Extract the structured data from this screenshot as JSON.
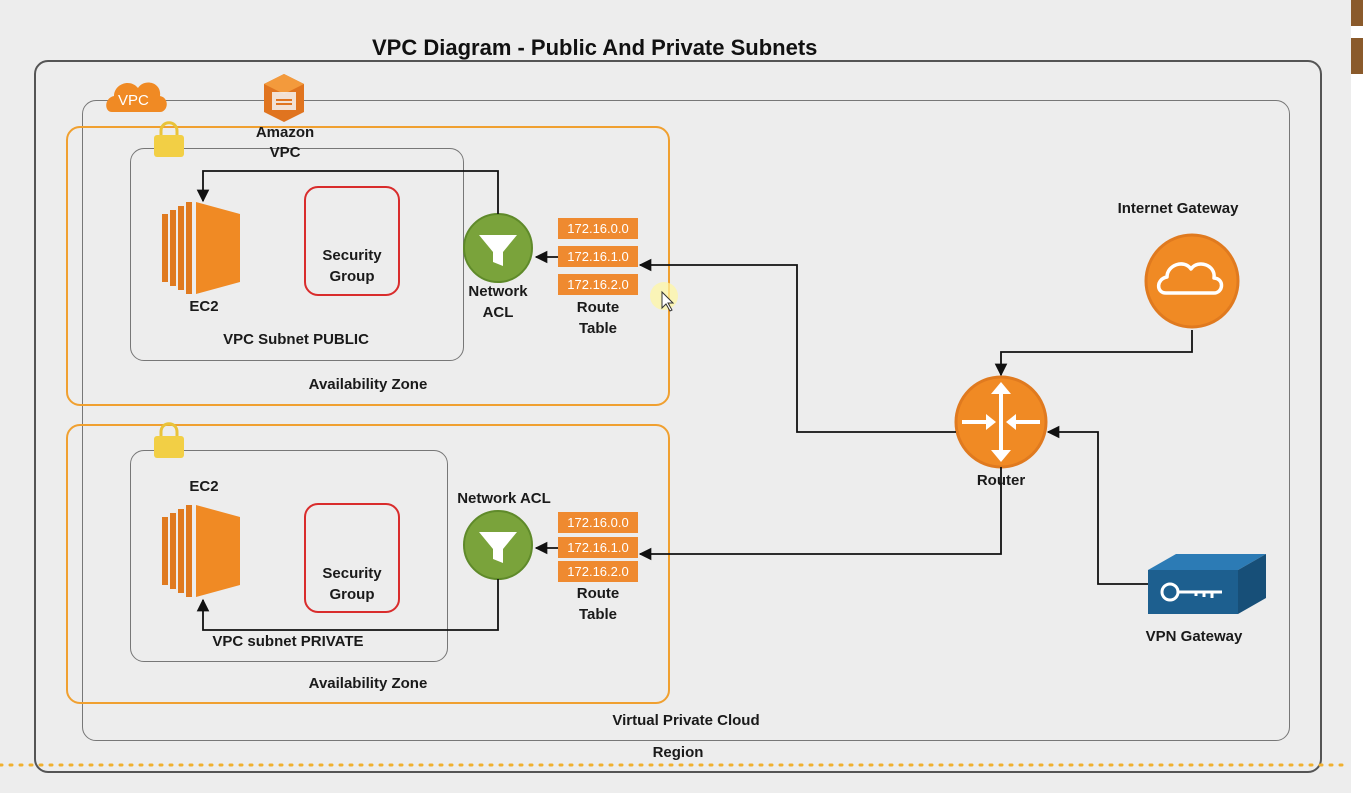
{
  "title": "VPC Diagram - Public And Private Subnets",
  "region_label": "Region",
  "vpc_label": "Virtual Private Cloud",
  "vpc_badge": "VPC",
  "amazon_vpc_label_line1": "Amazon",
  "amazon_vpc_label_line2": "VPC",
  "public_zone": {
    "zone_label": "Availability Zone",
    "subnet_label": "VPC Subnet PUBLIC",
    "ec2_label": "EC2",
    "security_group_line1": "Security",
    "security_group_line2": "Group",
    "acl_line1": "Network",
    "acl_line2": "ACL",
    "route_entries": [
      "172.16.0.0",
      "172.16.1.0",
      "172.16.2.0"
    ],
    "route_label_line1": "Route",
    "route_label_line2": "Table"
  },
  "private_zone": {
    "zone_label": "Availability Zone",
    "subnet_label": "VPC subnet PRIVATE",
    "ec2_label": "EC2",
    "security_group_line1": "Security",
    "security_group_line2": "Group",
    "acl_label": "Network ACL",
    "route_entries": [
      "172.16.0.0",
      "172.16.1.0",
      "172.16.2.0"
    ],
    "route_label_line1": "Route",
    "route_label_line2": "Table"
  },
  "router_label": "Router",
  "internet_gateway_label": "Internet Gateway",
  "vpn_gateway_label": "VPN Gateway",
  "colors": {
    "orange": "#f08a24",
    "zone_border": "#f0a030",
    "acl_green": "#7aa33b",
    "security_red": "#d92c2c",
    "route_orange": "#ef8a30",
    "vpn_blue": "#1d5f8f",
    "region_dots": "#f0b030"
  },
  "icons": {
    "ec2": "ec2-instance-icon",
    "acl": "network-acl-filter-icon",
    "router": "router-icon",
    "internet_gateway": "cloud-icon",
    "vpn_gateway": "vpn-key-icon",
    "lock": "lock-icon",
    "amazon_vpc": "amazon-vpc-icon"
  }
}
